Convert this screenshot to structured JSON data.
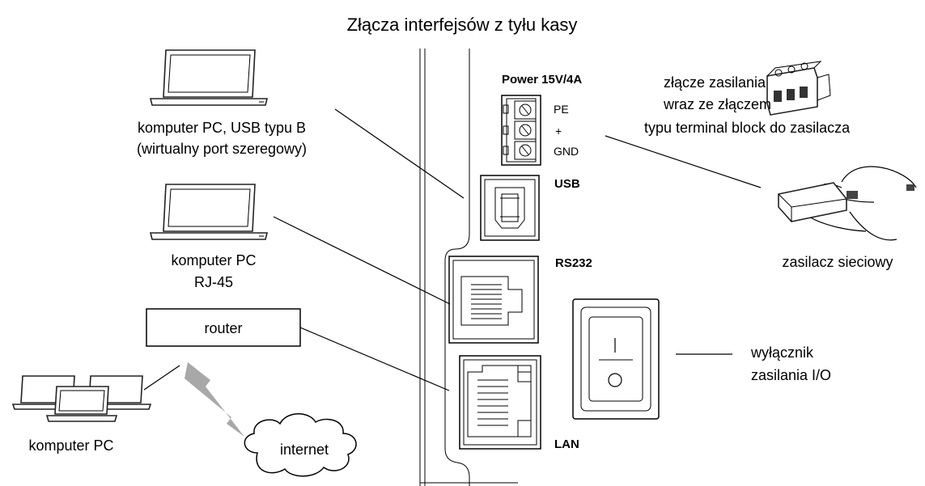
{
  "title": "Złącza interfejsów z tyłu kasy",
  "ports": {
    "power": "Power 15V/4A",
    "pin_pe": "PE",
    "pin_plus": "+",
    "pin_gnd": "GND",
    "usb": "USB",
    "rs232": "RS232",
    "lan": "LAN"
  },
  "captions": {
    "pc_usb_line1": "komputer PC, USB typu B",
    "pc_usb_line2": "(wirtualny port szeregowy)",
    "pc_rj45_line1": "komputer PC",
    "pc_rj45_line2": "RJ-45",
    "router": "router",
    "pc_group": "komputer PC",
    "internet": "internet",
    "power_conn_line1": "złącze zasilania",
    "power_conn_line2": "wraz ze złączem",
    "power_conn_line3": "typu terminal block do zasilacza",
    "psu": "zasilacz sieciowy",
    "switch_line1": "wyłącznik",
    "switch_line2": "zasilania I/O",
    "switch_on": "I",
    "switch_off": "O"
  },
  "icons": [
    "laptop-icon",
    "terminal-block-icon",
    "power-supply-icon",
    "lightning-icon",
    "cloud-icon"
  ]
}
